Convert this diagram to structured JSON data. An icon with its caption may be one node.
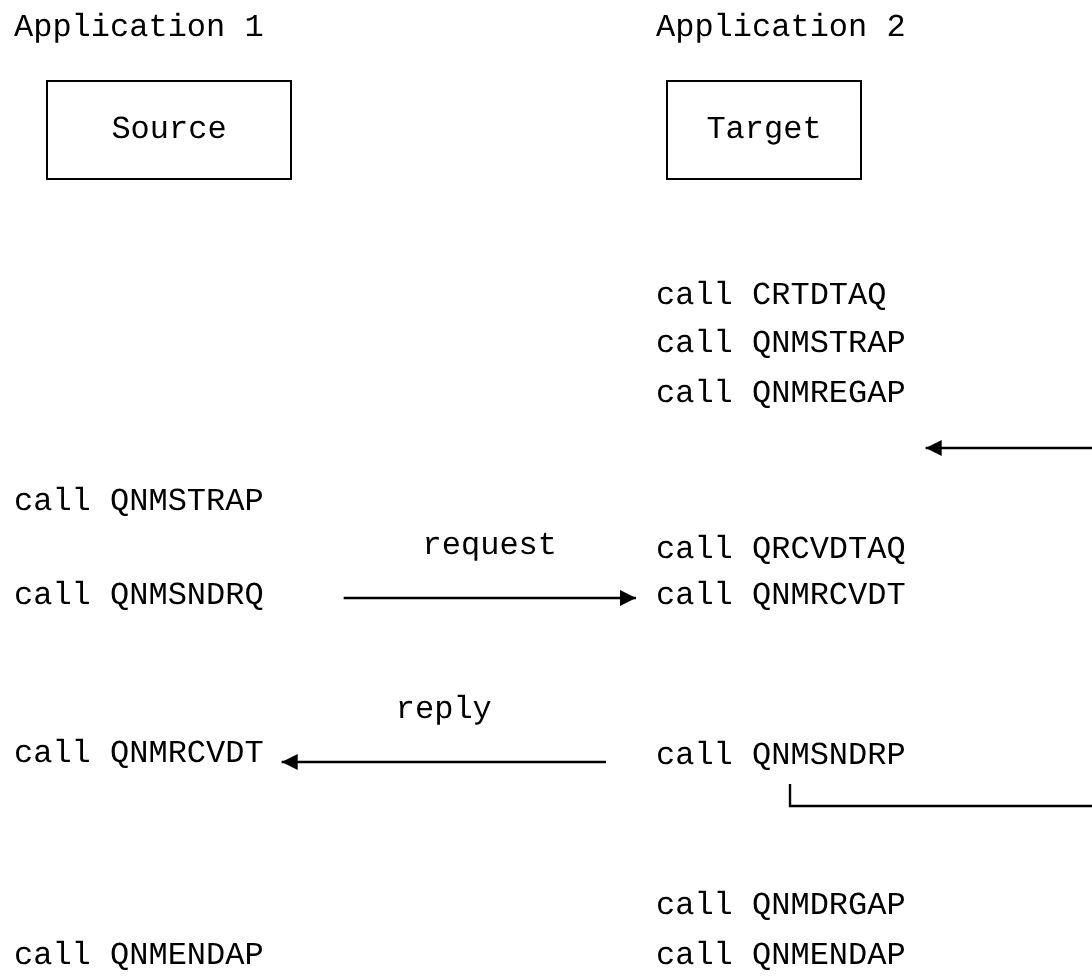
{
  "diagram": {
    "nodes": [
      {
        "text": [
          "Application 1",
          "Source"
        ]
      },
      {
        "text": [
          "Application 2",
          "Target"
        ]
      },
      {
        "text": [
          "call QNMREGAP"
        ]
      },
      {
        "text": [
          "call QNMSNDRQ"
        ]
      },
      {
        "text": [
          "call QNMRCVDT"
        ]
      },
      {
        "text": [
          "call QNMRCVDT"
        ]
      },
      {
        "text": [
          "call QNMSNDRP"
        ]
      }
    ],
    "edges": [
      {
        "from": 3,
        "to": 4,
        "arrow": "to",
        "label": "request"
      },
      {
        "from": 6,
        "to": 5,
        "arrow": "to",
        "label": "reply"
      },
      {
        "from": null,
        "to": 2,
        "arrow": "to"
      },
      {
        "from": 6,
        "to": null,
        "arrow": "none"
      }
    ],
    "labels": [
      "call CRTDTAQ",
      "call QNMSTRAP",
      "call QNMSTRAP",
      "call QRCVDTAQ",
      "call QNMDRGAP",
      "call QNMENDAP",
      "call QNMENDAP"
    ]
  }
}
